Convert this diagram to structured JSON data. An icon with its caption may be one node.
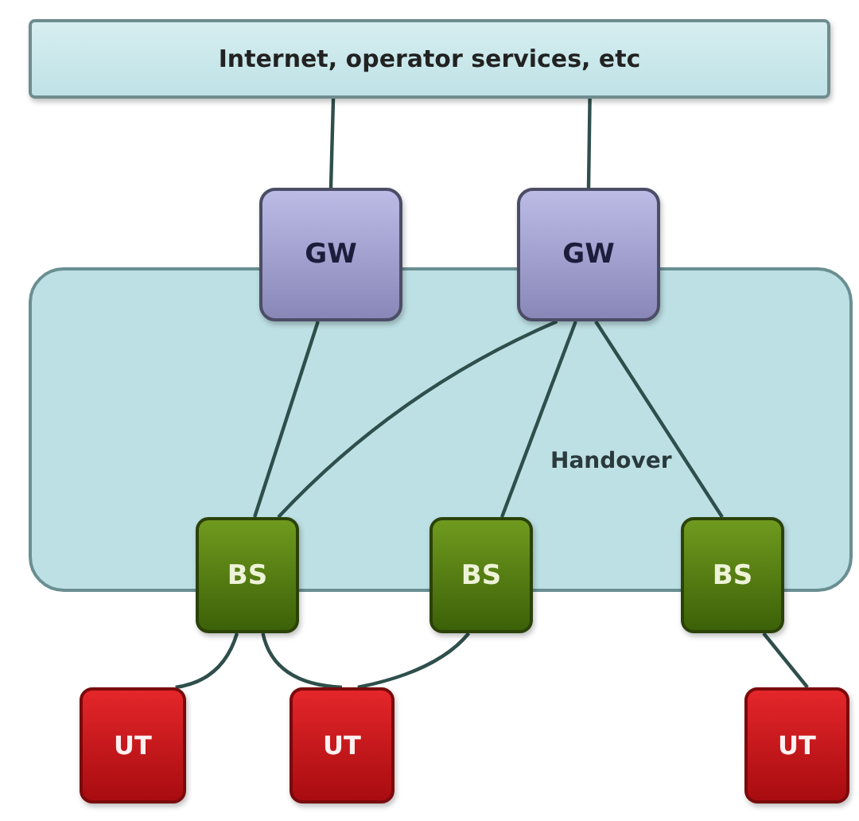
{
  "diagram": {
    "nodes": [
      {
        "text": [
          "Internet, operator services, etc"
        ]
      },
      {
        "text": [
          "GW"
        ]
      },
      {
        "text": [
          "GW"
        ]
      },
      {
        "text": [
          "BS"
        ]
      },
      {
        "text": [
          "BS"
        ]
      },
      {
        "text": [
          "BS"
        ]
      },
      {
        "text": [
          "UT"
        ]
      },
      {
        "text": [
          "UT"
        ]
      },
      {
        "text": [
          "UT"
        ]
      }
    ],
    "edges": [
      {
        "from": 0,
        "to": 1,
        "arrow": "none"
      },
      {
        "from": 0,
        "to": 2,
        "arrow": "none"
      },
      {
        "from": 1,
        "to": 3,
        "arrow": "none"
      },
      {
        "from": 2,
        "to": 3,
        "arrow": "none"
      },
      {
        "from": 2,
        "to": 4,
        "arrow": "none"
      },
      {
        "from": 2,
        "to": 5,
        "arrow": "none"
      },
      {
        "from": 3,
        "to": 6,
        "arrow": "none"
      },
      {
        "from": 3,
        "to": 7,
        "arrow": "none"
      },
      {
        "from": 4,
        "to": 7,
        "arrow": "none"
      },
      {
        "from": 5,
        "to": 8,
        "arrow": "none"
      }
    ],
    "labels": [
      "Handover"
    ]
  }
}
